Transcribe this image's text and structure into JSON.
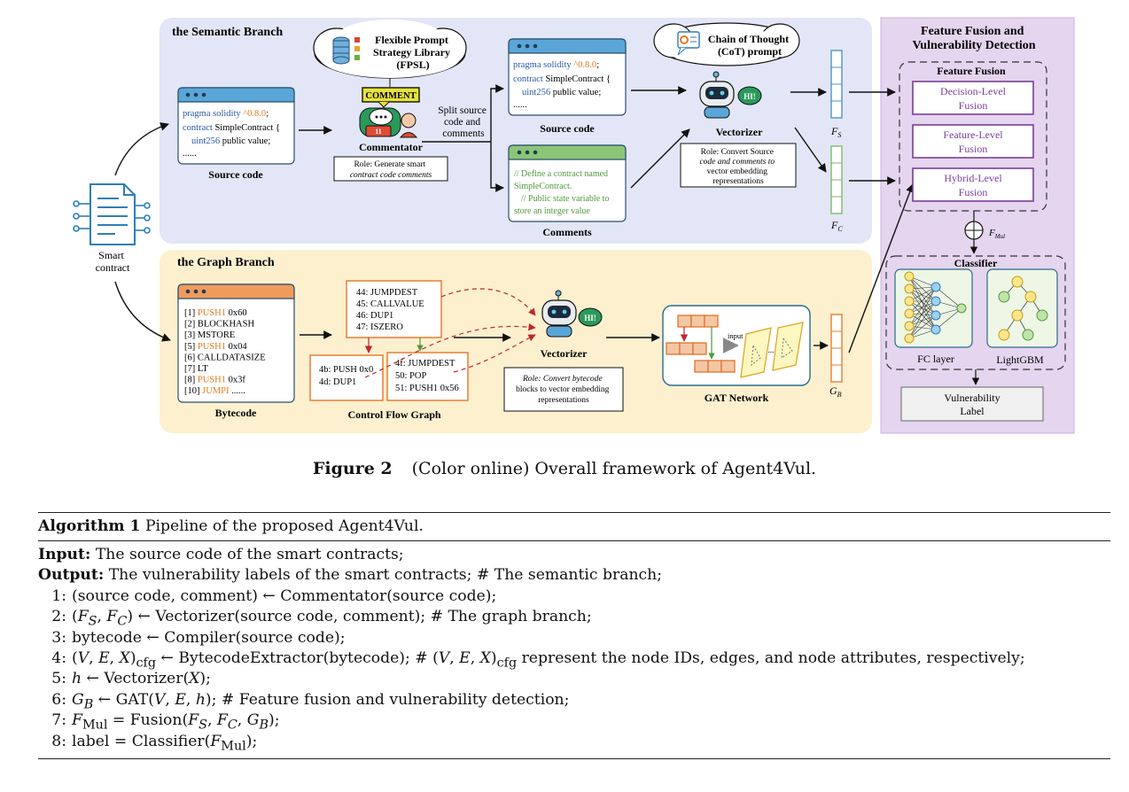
{
  "figure": {
    "smart_contract_label": [
      "Smart",
      "contract"
    ],
    "semantic": {
      "title": "the Semantic Branch",
      "source_code_label": "Source code",
      "code_lines": [
        "pragma solidity ^0.8.0;",
        "contract SimpleContract {",
        "uint256 public value;",
        "......"
      ],
      "fpsl": [
        "Flexible Prompt",
        "Strategy Library",
        "(FPSL)"
      ],
      "comment_badge": "COMMENT",
      "commentator_label": "Commentator",
      "commentator_role": [
        "Role: Generate smart",
        "contract code comments"
      ],
      "split_text": [
        "Split source",
        "code and",
        "comments"
      ],
      "comments_label": "Comments",
      "comment_lines": [
        "// Define a contract named",
        "SimpleContract.",
        "// Public state variable to",
        "store an integer value"
      ],
      "cot": [
        "Chain of Thought",
        "(CoT) prompt"
      ],
      "vectorizer_label": "Vectorizer",
      "vectorizer_role": [
        "Role: Convert Source",
        "code and comments to",
        "vector embedding",
        "representations"
      ],
      "fs_label": "F",
      "fs_sub": "S",
      "fc_label": "F",
      "fc_sub": "C"
    },
    "graph": {
      "title": "the Graph Branch",
      "bytecode_label": "Bytecode",
      "bytecode_lines": [
        {
          "idx": "[1]",
          "op": "PUSH1",
          "arg": "0x60",
          "hl": true
        },
        {
          "idx": "[2]",
          "op": "BLOCKHASH",
          "arg": "",
          "hl": false
        },
        {
          "idx": "[3]",
          "op": "MSTORE",
          "arg": "",
          "hl": false
        },
        {
          "idx": "[5]",
          "op": "PUSH1",
          "arg": "0x04",
          "hl": true
        },
        {
          "idx": "[6]",
          "op": "CALLDATASIZE",
          "arg": "",
          "hl": false
        },
        {
          "idx": "[7]",
          "op": "LT",
          "arg": "",
          "hl": false
        },
        {
          "idx": "[8]",
          "op": "PUSH1",
          "arg": "0x3f",
          "hl": true
        },
        {
          "idx": "[10]",
          "op": "JUMPI",
          "arg": "......",
          "hl": true
        }
      ],
      "cfg_top": [
        "44: JUMPDEST",
        "45: CALLVALUE",
        "46: DUP1",
        "47: ISZERO"
      ],
      "cfg_left": [
        "4b: PUSH 0x0",
        "4d: DUP1"
      ],
      "cfg_right": [
        "4f: JUMPDEST",
        "50: POP",
        "51: PUSH1 0x56"
      ],
      "cfg_label": "Control Flow Graph",
      "vectorizer_label": "Vectorizer",
      "vectorizer_role": [
        "Role: Convert bytecode",
        "blocks to vector embedding",
        "representations"
      ],
      "gat_label": "GAT Network",
      "input_label": "input",
      "gb_label": "G",
      "gb_sub": "B"
    },
    "fusion": {
      "title": [
        "Feature Fusion and",
        "Vulnerability Detection"
      ],
      "sub_title": "Feature Fusion",
      "boxes": [
        [
          "Decision-Level",
          "Fusion"
        ],
        [
          "Feature-Level",
          "Fusion"
        ],
        [
          "Hybrid-Level",
          "Fusion"
        ]
      ],
      "fmul_label": "F",
      "fmul_sub": "Mul",
      "classifier_title": "Classifier",
      "fc_layer": "FC layer",
      "lightgbm": "LightGBM",
      "vuln_label": [
        "Vulnerability",
        "Label"
      ]
    },
    "colors": {
      "semantic_bg": "#e3e6f6",
      "graph_bg": "#fcf0cf",
      "fusion_bg": "#e5d5ef",
      "blue": "#4f93c8",
      "green": "#7fb86a",
      "orange": "#e87e32",
      "purple": "#7a3f98",
      "red": "#c0282b"
    }
  },
  "caption": {
    "label": "Figure 2",
    "text": "(Color online) Overall framework of Agent4Vul."
  },
  "algorithm": {
    "label": "Algorithm 1",
    "title": "Pipeline of the proposed Agent4Vul.",
    "input_label": "Input:",
    "input_text": "The source code of the smart contracts;",
    "output_label": "Output:",
    "output_text": "The vulnerability labels of the smart contracts;  # The semantic branch;",
    "steps": [
      {
        "n": "1:",
        "html": "(source code, comment) ← Commentator(source code);"
      },
      {
        "n": "2:",
        "html": "(<i>F</i><sub><i>S</i></sub>, <i>F</i><sub><i>C</i></sub>) ← Vectorizer(source code, comment);  # The graph branch;"
      },
      {
        "n": "3:",
        "html": "bytecode ← Compiler(source code);"
      },
      {
        "n": "4:",
        "html": "(<i>V</i>, <i>E</i>, <i>X</i>)<sub>cfg</sub> ← BytecodeExtractor(bytecode); # (<i>V</i>, <i>E</i>, <i>X</i>)<sub>cfg</sub> represent the node IDs, edges, and node attributes, respectively;"
      },
      {
        "n": "5:",
        "html": "<i>h</i> ← Vectorizer(<i>X</i>);"
      },
      {
        "n": "6:",
        "html": "<i>G</i><sub><i>B</i></sub> ← GAT(<i>V</i>, <i>E</i>, <i>h</i>); # Feature fusion and vulnerability detection;"
      },
      {
        "n": "7:",
        "html": "<i>F</i><sub>Mul</sub> = Fusion(<i>F</i><sub><i>S</i></sub>, <i>F</i><sub><i>C</i></sub>, <i>G</i><sub><i>B</i></sub>);"
      },
      {
        "n": "8:",
        "html": "label = Classifier(<i>F</i><sub>Mul</sub>);"
      }
    ]
  }
}
